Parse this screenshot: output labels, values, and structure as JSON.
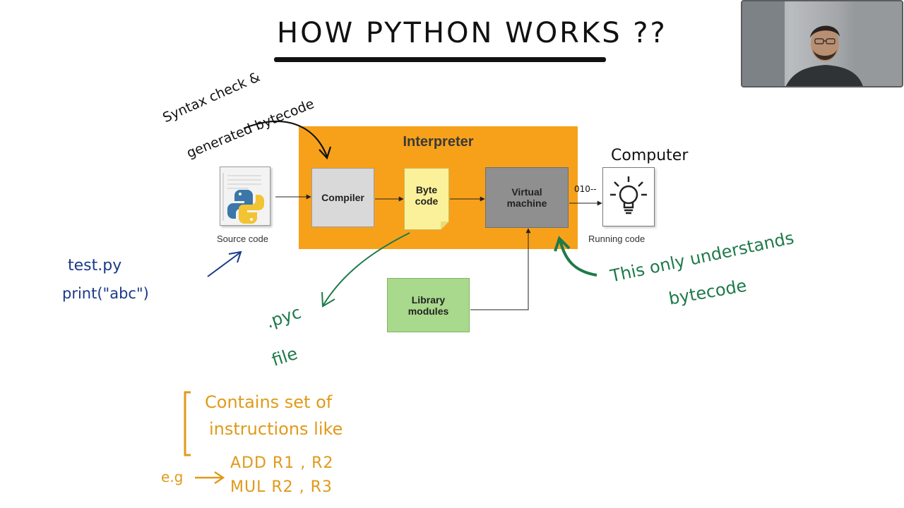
{
  "title": "HOW PYTHON WORKS ??",
  "diagram": {
    "interpreter_label": "Interpreter",
    "compiler_label": "Compiler",
    "bytecode_label_line1": "Byte",
    "bytecode_label_line2": "code",
    "vm_label_line1": "Virtual",
    "vm_label_line2": "machine",
    "library_label_line1": "Library",
    "library_label_line2": "modules",
    "source_code_label": "Source code",
    "running_code_label": "Running code",
    "bits_label": "010--"
  },
  "annotations": {
    "syntax_line1": "Syntax check &",
    "syntax_line2": "generated bytecode",
    "computer": "Computer",
    "testpy": "test.py",
    "print_stmt": "print(\"abc\")",
    "pyc_line1": ".pyc",
    "pyc_line2": "file",
    "vm_note_line1": "This only understands",
    "vm_note_line2": "bytecode",
    "contains_line1": "Contains set of",
    "contains_line2": "instructions like",
    "eg": "e.g",
    "instr1": "ADD  R1 , R2",
    "instr2": "MUL  R2 , R3"
  },
  "colors": {
    "interpreter_orange": "#f7a11a",
    "annotation_blue": "#1a3a8a",
    "annotation_green": "#1e7a4a",
    "annotation_orange": "#e09a1a"
  },
  "icons": {
    "source_code": "python-file-icon",
    "computer": "lightbulb-icon",
    "presenter": "webcam-feed"
  }
}
